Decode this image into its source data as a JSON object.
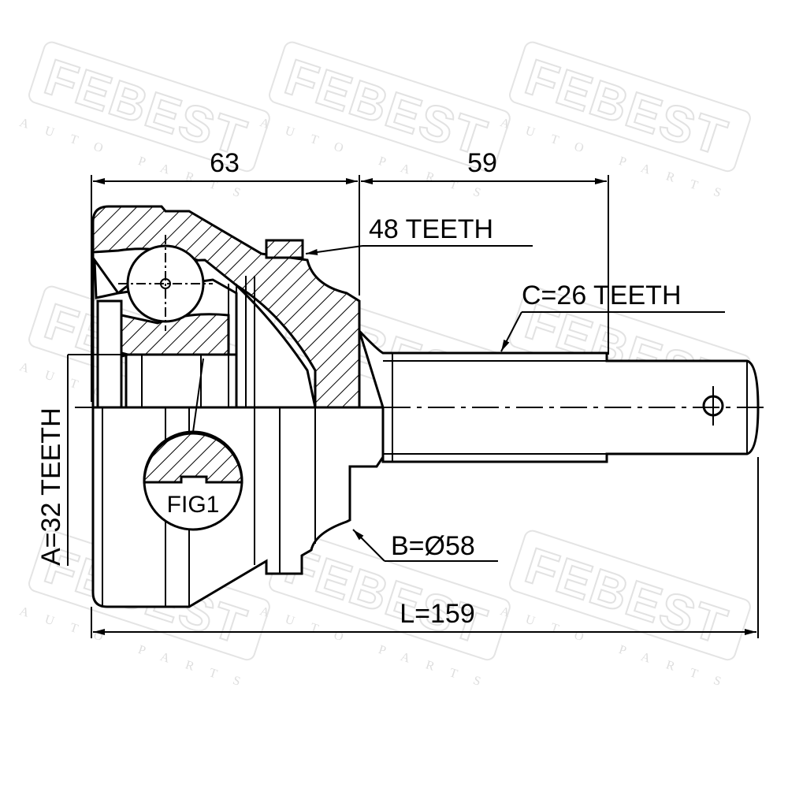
{
  "watermark": {
    "brand": "FEBEST",
    "sub": "AUTO PARTS"
  },
  "dimensions": {
    "dim_63": "63",
    "dim_59": "59",
    "length": "L=159"
  },
  "callouts": {
    "outer_teeth": "48 TEETH",
    "shaft_teeth": "C=26 TEETH",
    "inner_teeth": "A=32 TEETH",
    "seat_diameter": "B=Ø58",
    "figure_label": "FIG1"
  }
}
